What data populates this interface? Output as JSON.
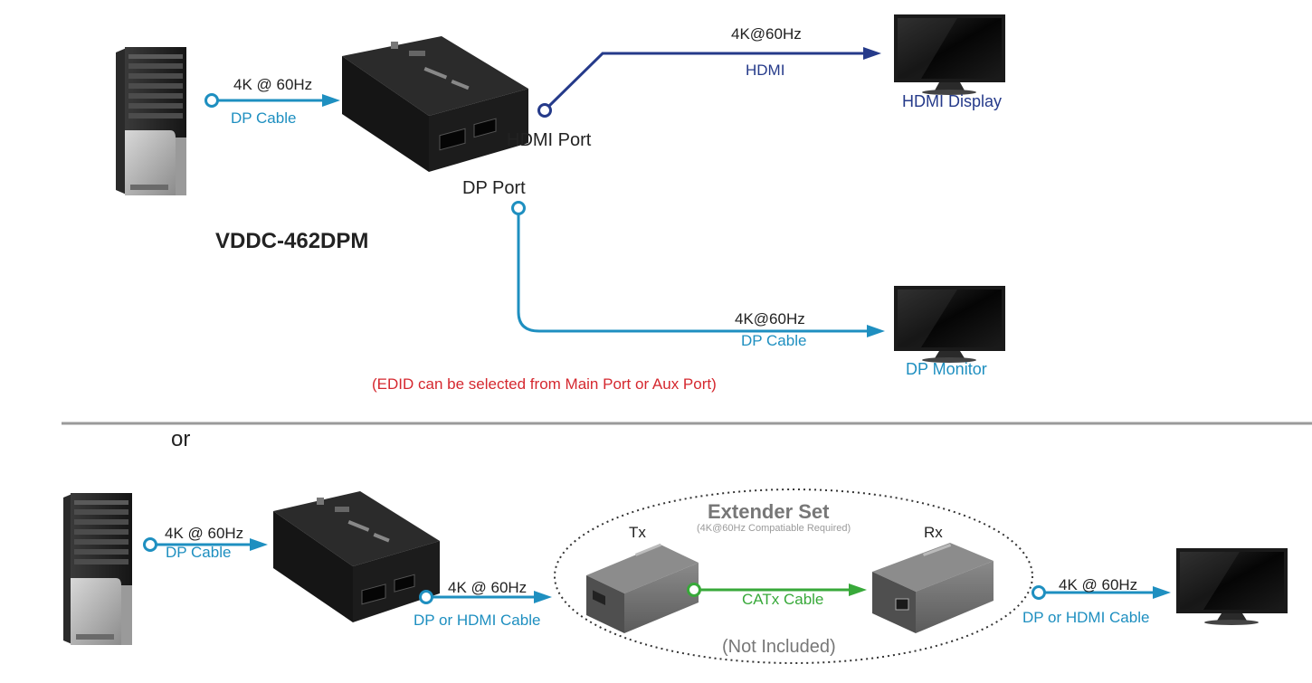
{
  "colors": {
    "dp_blue": "#1e8fc0",
    "hdmi_navy": "#253a8a",
    "catx_green": "#38a93a",
    "edid_red": "#d5282f",
    "divider_gray": "#9a9a9a",
    "device_black": "#1f1f1f"
  },
  "top": {
    "model_name": "VDDC-462DPM",
    "input": {
      "speed": "4K @ 60Hz",
      "cable": "DP Cable"
    },
    "hdmi_output": {
      "speed": "4K@60Hz",
      "cable": "HDMI",
      "port": "HDMI Port",
      "device": "HDMI Display"
    },
    "dp_output": {
      "port": "DP Port",
      "speed": "4K@60Hz",
      "cable": "DP Cable",
      "device": "DP Monitor"
    },
    "edid_note": "(EDID can be selected from Main Port or Aux Port)"
  },
  "separator_text": "or",
  "bottom": {
    "input": {
      "speed": "4K @ 60Hz",
      "cable": "DP Cable"
    },
    "output": {
      "speed": "4K @ 60Hz",
      "cable": "DP or HDMI Cable"
    },
    "extender": {
      "title": "Extender Set",
      "requirement": "(4K@60Hz Compatiable Required)",
      "tx": "Tx",
      "rx": "Rx",
      "link_cable": "CATx Cable",
      "note": "(Not Included)"
    },
    "display_link": {
      "speed": "4K @ 60Hz",
      "cable": "DP or HDMI Cable"
    }
  },
  "icons": [
    "desktop-pc-icon",
    "splitter-device-icon",
    "monitor-icon",
    "extender-tx-icon",
    "extender-rx-icon"
  ]
}
